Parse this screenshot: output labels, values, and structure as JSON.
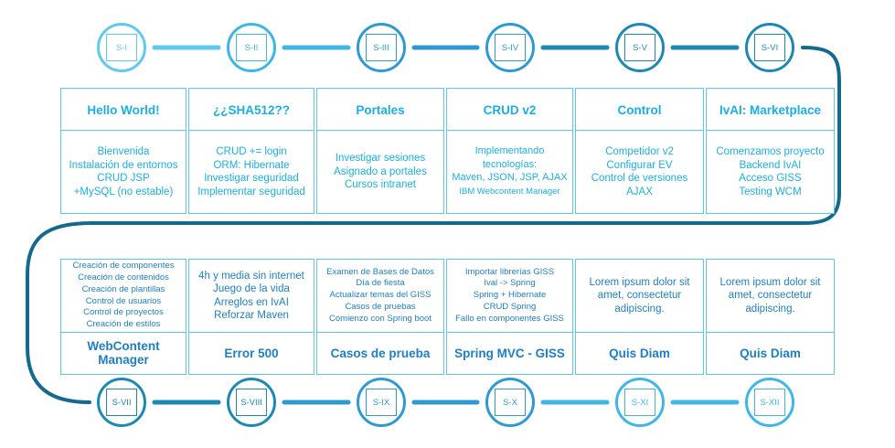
{
  "colors": {
    "teal_dark": "#146a8c",
    "teal": "#1e88b5",
    "blue_mid": "#2d9ad4",
    "cyan": "#3fb7e6",
    "cyan_light": "#5fcaee",
    "border": "#5ec8ec",
    "text_cyan": "#1ab0e4",
    "text_blue": "#1e7fc4"
  },
  "sprints": [
    {
      "label": "S-I",
      "title": "Hello World!",
      "lines": [
        "Bienvenida",
        "Instalación de entornos",
        "CRUD JSP",
        "+MySQL (no estable)"
      ]
    },
    {
      "label": "S-II",
      "title": "¿¿SHA512??",
      "lines": [
        "CRUD += login",
        "ORM: Hibernate",
        "Investigar seguridad",
        "Implementar seguridad"
      ]
    },
    {
      "label": "S-III",
      "title": "Portales",
      "lines": [
        "Investigar sesiones",
        "Asignado a portales",
        "Cursos intranet"
      ]
    },
    {
      "label": "S-IV",
      "title": "CRUD v2",
      "lines": [
        "Implementando",
        "tecnologías:",
        "Maven, JSON, JSP, AJAX",
        "IBM Webcontent Manager"
      ]
    },
    {
      "label": "S-V",
      "title": "Control",
      "lines": [
        "Competidor v2",
        "Configurar EV",
        "Control de versiones",
        "AJAX"
      ]
    },
    {
      "label": "S-VI",
      "title": "IvAI: Marketplace",
      "lines": [
        "Comenzamos proyecto",
        "Backend IvAI",
        "Acceso GISS",
        "Testing WCM"
      ]
    },
    {
      "label": "S-VII",
      "title": "WebContent Manager",
      "lines": [
        "Creación de componentes",
        "Creación de contenidos",
        "Creación de plantillas",
        "Control de usuarios",
        "Control de proyectos",
        "Creación de estilos"
      ]
    },
    {
      "label": "S-VIII",
      "title": "Error 500",
      "lines": [
        "4h y media sin internet",
        "Juego de la vida",
        "Arreglos en IvAI",
        "Reforzar Maven"
      ]
    },
    {
      "label": "S-IX",
      "title": "Casos de prueba",
      "lines": [
        "Examen de Bases de Datos",
        "Día de fiesta",
        "Actualizar temas del GISS",
        "Casos de pruebas",
        "Comienzo con Spring boot"
      ]
    },
    {
      "label": "S-X",
      "title": "Spring MVC - GISS",
      "lines": [
        "Importar librerías GISS",
        "Ival -> Spring",
        "Spring + Hibernate",
        "CRUD Spring",
        "Fallo en componentes GISS"
      ]
    },
    {
      "label": "S-XI",
      "title": "Quis Diam",
      "lines": [
        "Lorem ipsum dolor sit",
        "amet, consectetur",
        "adipiscing."
      ]
    },
    {
      "label": "S-XII",
      "title": "Quis Diam",
      "lines": [
        "Lorem ipsum dolor sit",
        "amet, consectetur",
        "adipiscing."
      ]
    }
  ]
}
